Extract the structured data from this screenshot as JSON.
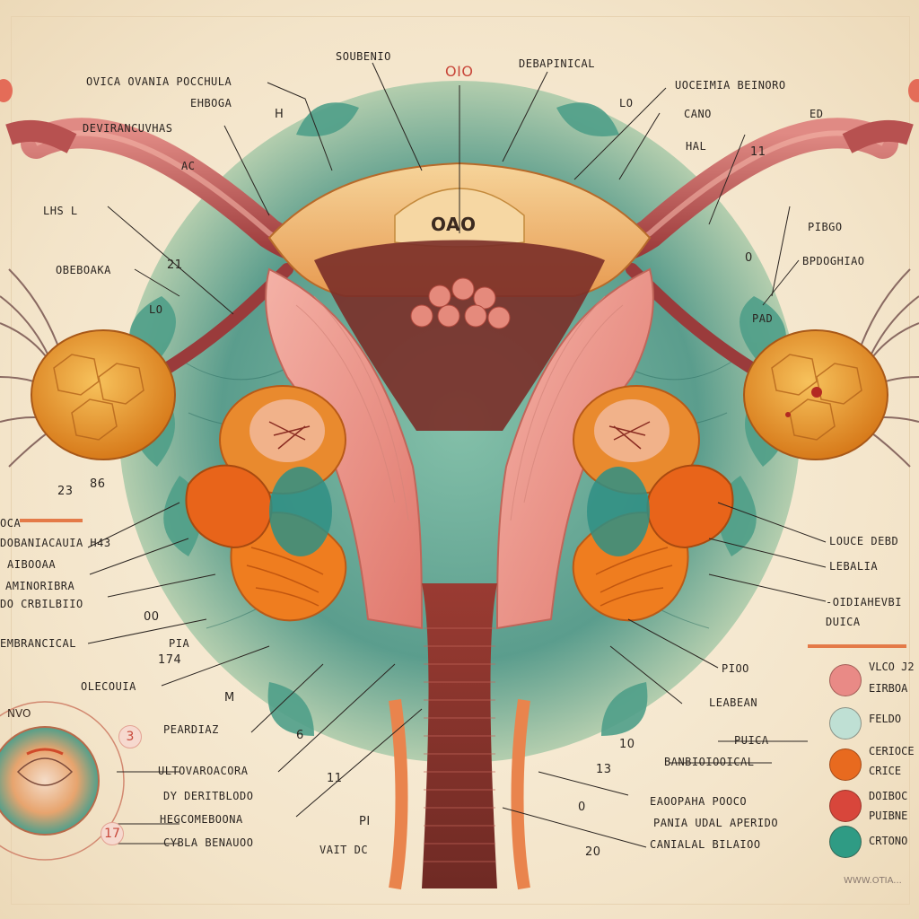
{
  "center_title": "OAO",
  "top_code": "OIO",
  "labels": {
    "l1": "OVICA OVANIA POCCHULA",
    "l2": "SOUBENIO",
    "l3": "DEBAPINICAL",
    "l4": "UOCEIMIA BEINORO",
    "l5": "EHBOGA",
    "l6": "H",
    "l7": "DEVIRANCUVHAS",
    "l8": "LO",
    "l9": "CANO",
    "l10": "ED",
    "l11": "AC",
    "l12": "HAL",
    "l13": "11",
    "l14": "LHS L",
    "l15": "PIBGO",
    "l16": "OBEBOAKA",
    "l17": "21",
    "l18": "0",
    "l19": "BPDOGHIAO",
    "l20": "LO",
    "l21": "PAD",
    "l22": "23",
    "l23": "86",
    "l24": "OCA",
    "l25": "DOBANIACAUIA H43",
    "l26": "LOUCE DEBD",
    "l27": "AIBOOAA",
    "l28": "LEBALIA",
    "l29": "AMINORIBRA",
    "l30": "DO CRBILBIIO",
    "l31": "-OIDIAHEVBI",
    "l32": "DUICA",
    "l33": "00",
    "l34": "EMBRANCICAL",
    "l35": "PIA",
    "l36": "174",
    "l37": "PIOO",
    "l38": "OLECOUIA",
    "l39": "LEABEAN",
    "l40": "M",
    "l41": "PEARDIAZ",
    "l42": "6",
    "l43": "PUICA",
    "l44": "10",
    "l45": "BANBIOIOOICAL",
    "l46": "13",
    "l47": "11",
    "l48": "ULTOVAROACORA",
    "l49": "DY DERITBLODO",
    "l50": "0",
    "l51": "EAOOPAHA POOCO",
    "l52": "PANIA UDAL APERIDO",
    "l53": "HEGCOMEBOONA",
    "l54": "PI",
    "l55": "CYBLA BENAUOO",
    "l56": "CANIALAL BILAIOO",
    "l57": "VAIT DC",
    "l58": "20",
    "l59": "NVO",
    "l60": "3",
    "l61": "17"
  },
  "legend": [
    {
      "label": "VLCO J2",
      "color": "#e98a86"
    },
    {
      "label": "EIRBOA",
      "color": "#c9e3d2"
    },
    {
      "label": "FELDO",
      "color": "#bfe0d4"
    },
    {
      "label": "CERIOCE",
      "color": "#e86a1f"
    },
    {
      "label": "CRICE",
      "color": "#e86a1f"
    },
    {
      "label": "DOIBOC",
      "color": "#d8463b"
    },
    {
      "label": "PUIBNE",
      "color": "#d8463b"
    },
    {
      "label": "CRTONO",
      "color": "#2f9b84"
    }
  ],
  "watermark": "WWW.OTIA..."
}
